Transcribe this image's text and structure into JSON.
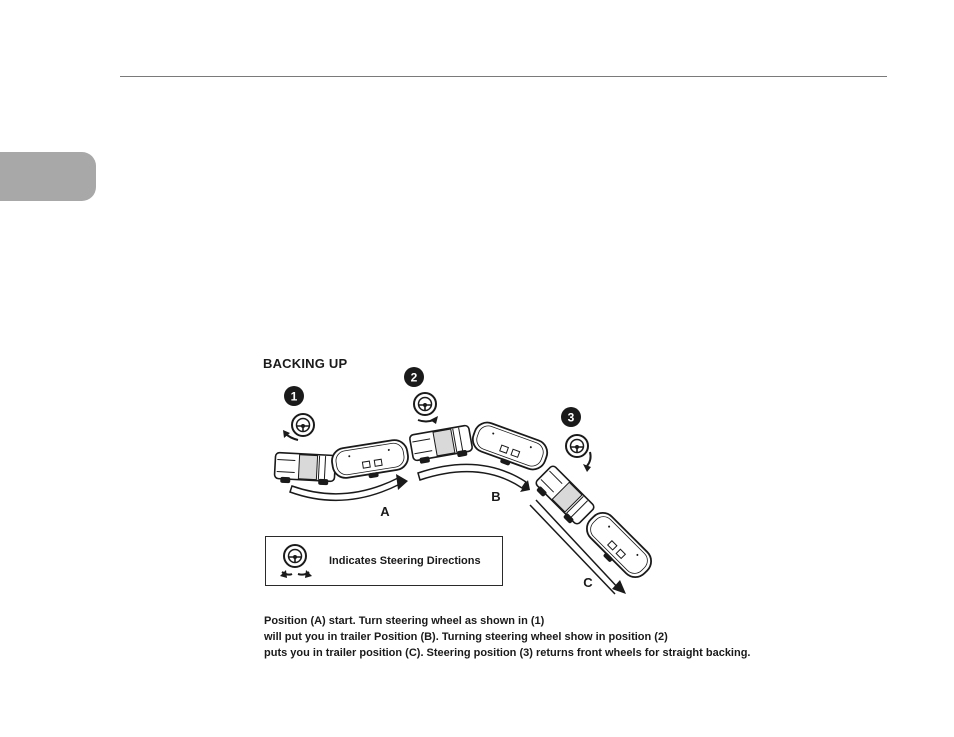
{
  "figure": {
    "title": "BACKING UP",
    "steps": [
      "1",
      "2",
      "3"
    ],
    "positions": [
      "A",
      "B",
      "C"
    ],
    "legend": {
      "text": "Indicates Steering Directions"
    },
    "caption": [
      "Position (A) start. Turn steering wheel as shown in (1)",
      "will put you in trailer Position (B). Turning steering wheel show in position (2)",
      "puts you in trailer position (C). Steering position (3) returns front wheels for straight backing."
    ]
  },
  "colors": {
    "ink": "#1a1a1a",
    "side_tab": "#a8a8a8",
    "rule": "#7a7a7a"
  }
}
